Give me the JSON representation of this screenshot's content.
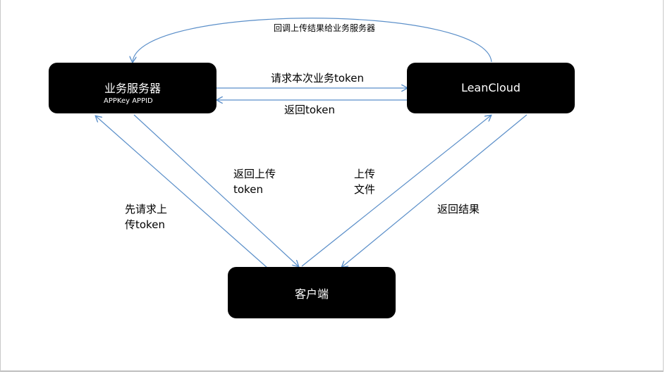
{
  "nodes": {
    "business_server": {
      "title": "业务服务器",
      "subtitle": "APPKey APPID"
    },
    "leancloud": {
      "title": "LeanCloud"
    },
    "client": {
      "title": "客户端"
    }
  },
  "edges": {
    "callback_label": "回调上传结果给业务服务器",
    "request_token_label": "请求本次业务token",
    "return_token_label": "返回token",
    "return_upload_token_lines": [
      "返回上传",
      "token"
    ],
    "upload_file_lines": [
      "上传",
      "文件"
    ],
    "request_upload_token_lines": [
      "先请求上",
      "传token"
    ],
    "return_result_label": "返回结果"
  },
  "colors": {
    "arrow": "#5b8fc9",
    "node_fill": "#000000",
    "node_text": "#ffffff"
  }
}
